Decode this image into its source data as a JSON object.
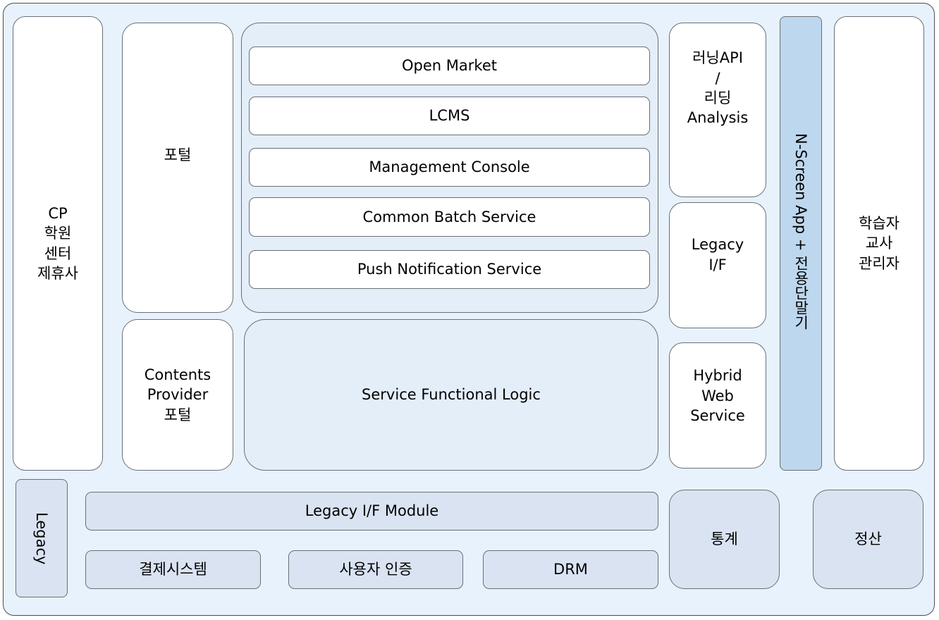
{
  "colors": {
    "outer_bg": "#e8f2fc",
    "panel_bg": "#e3eef9",
    "module_bg": "#dae3f2",
    "nscreen_bg": "#bdd7ee",
    "box_bg": "#ffffff",
    "border": "#6b6f74"
  },
  "left_column": {
    "partners": "CP\n학원\n센터\n제휴사"
  },
  "portals": {
    "portal": "포털",
    "cp_portal": "Contents\nProvider\n포털"
  },
  "services": {
    "items": [
      "Open Market",
      "LCMS",
      "Management Console",
      "Common Batch Service",
      "Push Notification Service"
    ],
    "functional_logic": "Service Functional Logic"
  },
  "right_services": {
    "learning_api": "러닝API\n/\n리딩\nAnalysis",
    "legacy_if": "Legacy\nI/F",
    "hybrid_web": "Hybrid\nWeb\nService"
  },
  "nscreen": "N-Screen App + 전용단말기",
  "users": "학습자\n교사\n관리자",
  "bottom": {
    "legacy": "Legacy",
    "legacy_if_module": "Legacy I/F Module",
    "payment": "결제시스템",
    "auth": "사용자 인증",
    "drm": "DRM",
    "stats": "통계",
    "settlement": "정산"
  }
}
